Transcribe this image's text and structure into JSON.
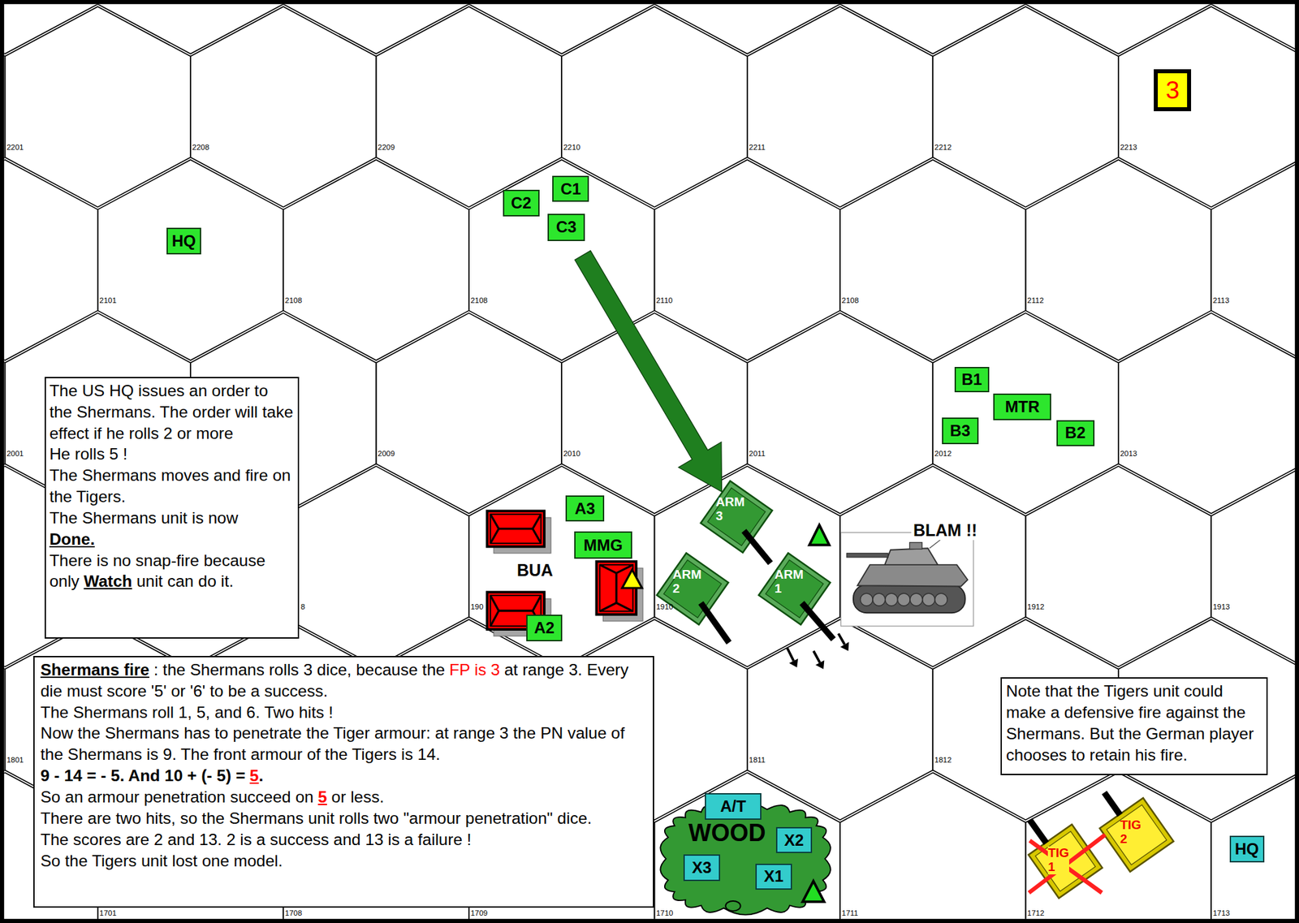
{
  "diagram": {
    "nodes": [
      {
        "text": [
          "3"
        ]
      },
      {
        "text": [
          "C1"
        ]
      },
      {
        "text": [
          "C2"
        ]
      },
      {
        "text": [
          "C3"
        ]
      },
      {
        "text": [
          "HQ"
        ]
      },
      {
        "text": [
          "The US HQ issues an order to the Shermans. The order will take effect if he rolls 2 or more",
          "He rolls 5 !",
          "The Shermans moves and fire on the Tigers.",
          "The Shermans unit is now",
          "Done.",
          "There is no snap-fire because only",
          "Watch",
          "unit can do it."
        ]
      },
      {
        "text": [
          "B1"
        ]
      },
      {
        "text": [
          "MTR"
        ]
      },
      {
        "text": [
          "B3"
        ]
      },
      {
        "text": [
          "B2"
        ]
      },
      {
        "text": [
          "A3"
        ]
      },
      {
        "text": [
          "ARM 3"
        ]
      },
      {
        "text": [
          "MMG"
        ]
      },
      {
        "text": [
          "ARM 2"
        ]
      },
      {
        "text": [
          "ARM 1"
        ]
      },
      {
        "text": [
          "A2"
        ]
      },
      {
        "text": [
          "Shermans fire",
          ": the Shermans rolls 3 dice, because the",
          "FP is 3",
          "at range 3. Every die must score '5' or '6' to be a success.",
          "The Shermans roll 1, 5, and 6. Two hits !",
          "Now the Shermans has to penetrate the Tiger armour: at range 3 the PN value of the Shermans is 9. The front armour of the Tigers is 14.",
          "9 - 14 = - 5. And 10 + (- 5) =",
          "5",
          ".",
          "So an armour penetration succeed on",
          "5",
          "or less.",
          "There are two hits, so the Shermans unit rolls two \"armour penetration\" dice.",
          "The scores are 2 and 13. 2 is a success and 13 is a failure !",
          "So the Tigers unit lost one model."
        ]
      },
      {
        "text": [
          "Note that the Tigers unit could make a defensive fire against the Shermans. But the German player chooses to retain his fire."
        ]
      },
      {
        "text": [
          "A/T"
        ]
      },
      {
        "text": [
          "WOOD"
        ]
      },
      {
        "text": [
          "X2"
        ],
        "in": 19
      },
      {
        "text": [
          "X3"
        ],
        "in": 19
      },
      {
        "text": [
          "X1"
        ],
        "in": 19
      },
      {
        "text": [
          "TIG 2"
        ]
      },
      {
        "text": [
          "HQ"
        ]
      },
      {
        "text": [
          "TIG 1"
        ]
      }
    ],
    "edges": [
      {
        "from": 3,
        "to": 11,
        "arrow": "to"
      }
    ],
    "labels": [
      "2201",
      "2208",
      "2209",
      "2210",
      "2211",
      "2212",
      "2213",
      "2101",
      "2108",
      "2108",
      "2110",
      "2108",
      "2112",
      "2113",
      "2001",
      "2009",
      "2010",
      "2011",
      "2012",
      "2013",
      "8",
      "190",
      "1910",
      "1912",
      "1913",
      "1801",
      "1811",
      "1812",
      "1701",
      "1708",
      "1709",
      "1710",
      "1711",
      "1712",
      "1713",
      "BUA",
      "BLAM !!"
    ]
  }
}
